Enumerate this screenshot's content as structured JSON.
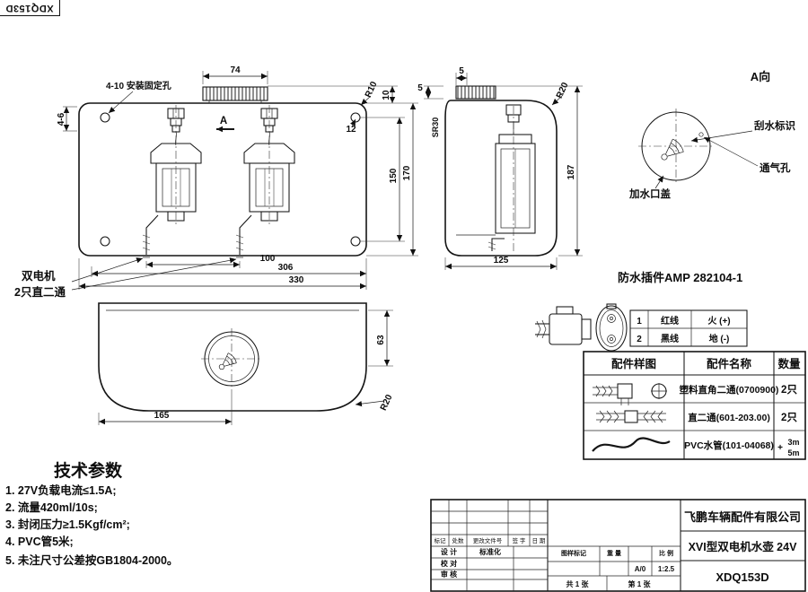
{
  "corner_label": "XDQ153D",
  "front_view": {
    "dims": {
      "d74": "74",
      "mount_note": "4-10 安装固定孔",
      "d46": "4-6",
      "section_a": "A",
      "r10": "R10",
      "d10": "10",
      "d12": "12",
      "d150": "150",
      "d170": "170",
      "d100": "100",
      "d306": "306",
      "d330": "330"
    },
    "labels": {
      "dual_motor": "双电机",
      "fittings": "2只直二通"
    }
  },
  "side_view": {
    "dims": {
      "d5_top": "5",
      "d5_left": "5",
      "sr30": "SR30",
      "r20": "R20",
      "d187": "187",
      "d125": "125"
    }
  },
  "a_view": {
    "title": "A向",
    "wiper_label": "刮水标识",
    "vent_label": "通气孔",
    "cap_label": "加水口盖"
  },
  "bottom_view": {
    "dims": {
      "d63": "63",
      "d165": "165",
      "r20": "R20"
    }
  },
  "connector": {
    "title": "防水插件AMP 282104-1",
    "pins": [
      {
        "no": "1",
        "wire": "红线",
        "polarity": "火 (+)"
      },
      {
        "no": "2",
        "wire": "黑线",
        "polarity": "地 (-)"
      }
    ]
  },
  "parts_table": {
    "headers": [
      "配件样图",
      "配件名称",
      "数量"
    ],
    "rows": [
      {
        "name": "塑料直角二通(0700900)",
        "qty": "2只"
      },
      {
        "name": "直二通(601-203.00)",
        "qty": "2只"
      },
      {
        "name": "PVC水管(101-04068)",
        "qty_plus": "+",
        "qty_top": "3m",
        "qty_bottom": "5m"
      }
    ]
  },
  "tech_params": {
    "title": "技术参数",
    "items": [
      "1. 27V负载电流≤1.5A;",
      "2. 流量420ml/10s;",
      "3. 封闭压力≥1.5Kgf/cm²;",
      "4. PVC管5米;",
      "5. 未注尺寸公差按GB1804-2000。"
    ]
  },
  "title_block": {
    "company": "飞鹏车辆配件有限公司",
    "product": "XVI型双电机水壶 24V",
    "drawing_no": "XDQ153D",
    "rev_cols": [
      "标记",
      "处数",
      "更改文件号",
      "签 字",
      "日 期"
    ],
    "roles": {
      "design": "设 计",
      "standardization": "标准化",
      "check": "校 对",
      "review": "审 核"
    },
    "fields": {
      "mark_label": "图样标记",
      "weight_label": "重 量",
      "scale_label": "比 例",
      "stage_value": "A/0",
      "scale_value": "1:2.5",
      "sheet_total": "共 1 张",
      "sheet_no": "第 1 张"
    }
  }
}
